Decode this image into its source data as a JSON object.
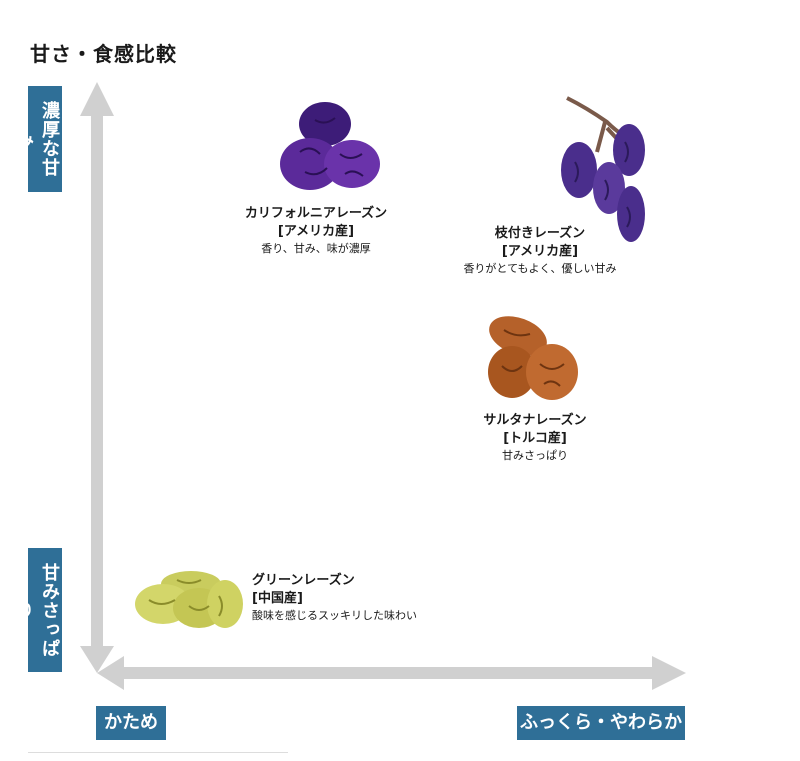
{
  "title": "甘さ・食感比較",
  "axes": {
    "y_top": "濃厚な甘み",
    "y_bottom": "甘みさっぱり",
    "x_left": "かため",
    "x_right": "ふっくら・やわらか"
  },
  "colors": {
    "label_bg": "#2f6f97",
    "axis_arrow": "#d0d0d0",
    "california": "#5b2a9a",
    "stem_raisin": "#4a2e8c",
    "sultana": "#b5612a",
    "green": "#c9cc5e"
  },
  "items": [
    {
      "name": "カリフォルニアレーズン",
      "origin": "[アメリカ産]",
      "desc": "香り、甘み、味が濃厚"
    },
    {
      "name": "枝付きレーズン",
      "origin": "[アメリカ産]",
      "desc": "香りがとてもよく、優しい甘み"
    },
    {
      "name": "サルタナレーズン",
      "origin": "[トルコ産]",
      "desc": "甘みさっぱり"
    },
    {
      "name": "グリーンレーズン",
      "origin": "[中国産]",
      "desc": "酸味を感じるスッキリした味わい"
    }
  ]
}
